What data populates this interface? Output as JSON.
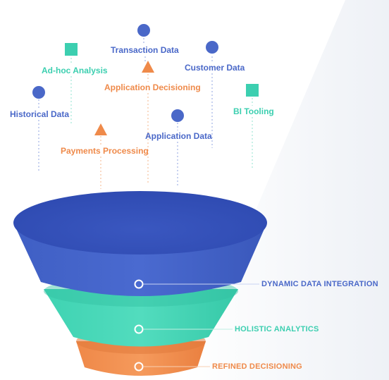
{
  "sources": [
    {
      "label": "Transaction Data",
      "shape": "circle",
      "color": "#4a68c8"
    },
    {
      "label": "Customer Data",
      "shape": "circle",
      "color": "#4a68c8"
    },
    {
      "label": "Ad-hoc Analysis",
      "shape": "square",
      "color": "#3ccfb0"
    },
    {
      "label": "Application Decisioning",
      "shape": "triangle",
      "color": "#ef8a4a"
    },
    {
      "label": "Historical Data",
      "shape": "circle",
      "color": "#4a68c8"
    },
    {
      "label": "BI Tooling",
      "shape": "square",
      "color": "#3ccfb0"
    },
    {
      "label": "Application Data",
      "shape": "circle",
      "color": "#4a68c8"
    },
    {
      "label": "Payments Processing",
      "shape": "triangle",
      "color": "#ef8a4a"
    }
  ],
  "levels": [
    {
      "label": "DYNAMIC DATA INTEGRATION",
      "color": "#4a68c8"
    },
    {
      "label": "HOLISTIC ANALYTICS",
      "color": "#3ccfb0"
    },
    {
      "label": "REFINED DECISIONING",
      "color": "#ef8a4a"
    }
  ],
  "colors": {
    "blue": "#4a68c8",
    "teal": "#3ccfb0",
    "orange": "#ef8a4a"
  }
}
